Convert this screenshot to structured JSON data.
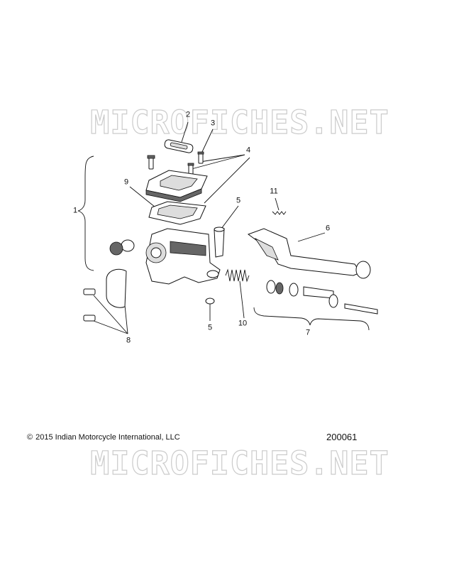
{
  "watermark": {
    "top": "MICROFICHES.NET",
    "bottom": "MICROFICHES.NET"
  },
  "callouts": [
    "1",
    "2",
    "3",
    "4",
    "5",
    "5",
    "6",
    "7",
    "8",
    "9",
    "10",
    "11"
  ],
  "footer": {
    "copyright_symbol": "©",
    "copyright": "2015 Indian Motorcycle International, LLC",
    "diagram_code": "200061"
  }
}
